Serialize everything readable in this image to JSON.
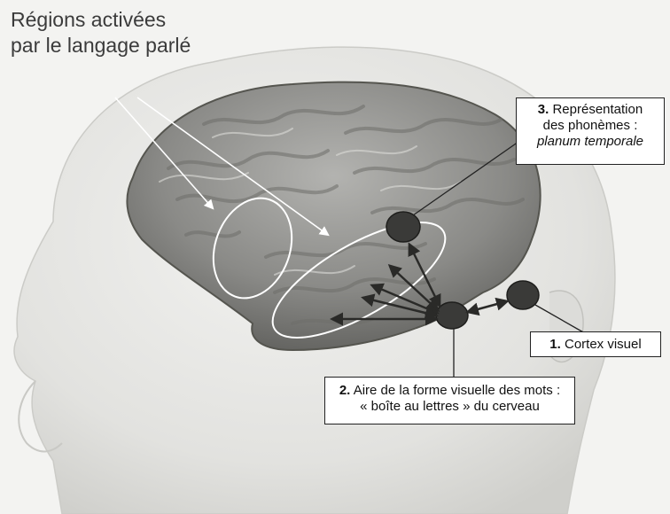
{
  "title": {
    "line1": "Régions activées",
    "line2": "par le langage parlé"
  },
  "labels": {
    "phonemes": {
      "number": "3.",
      "line1": "Représentation",
      "line2": "des phonèmes :",
      "line3": "planum temporale"
    },
    "visual_cortex": {
      "number": "1.",
      "text": "Cortex visuel"
    },
    "word_form": {
      "number": "2.",
      "line1": "Aire de la forme visuelle des mots :",
      "line2": "« boîte au lettres » du cerveau"
    }
  },
  "colors": {
    "background": "#f3f3f1",
    "head": "#e4e4e1",
    "brain": "#8f8f8c",
    "region_node": "#3a3a38",
    "label_border": "#222222"
  }
}
